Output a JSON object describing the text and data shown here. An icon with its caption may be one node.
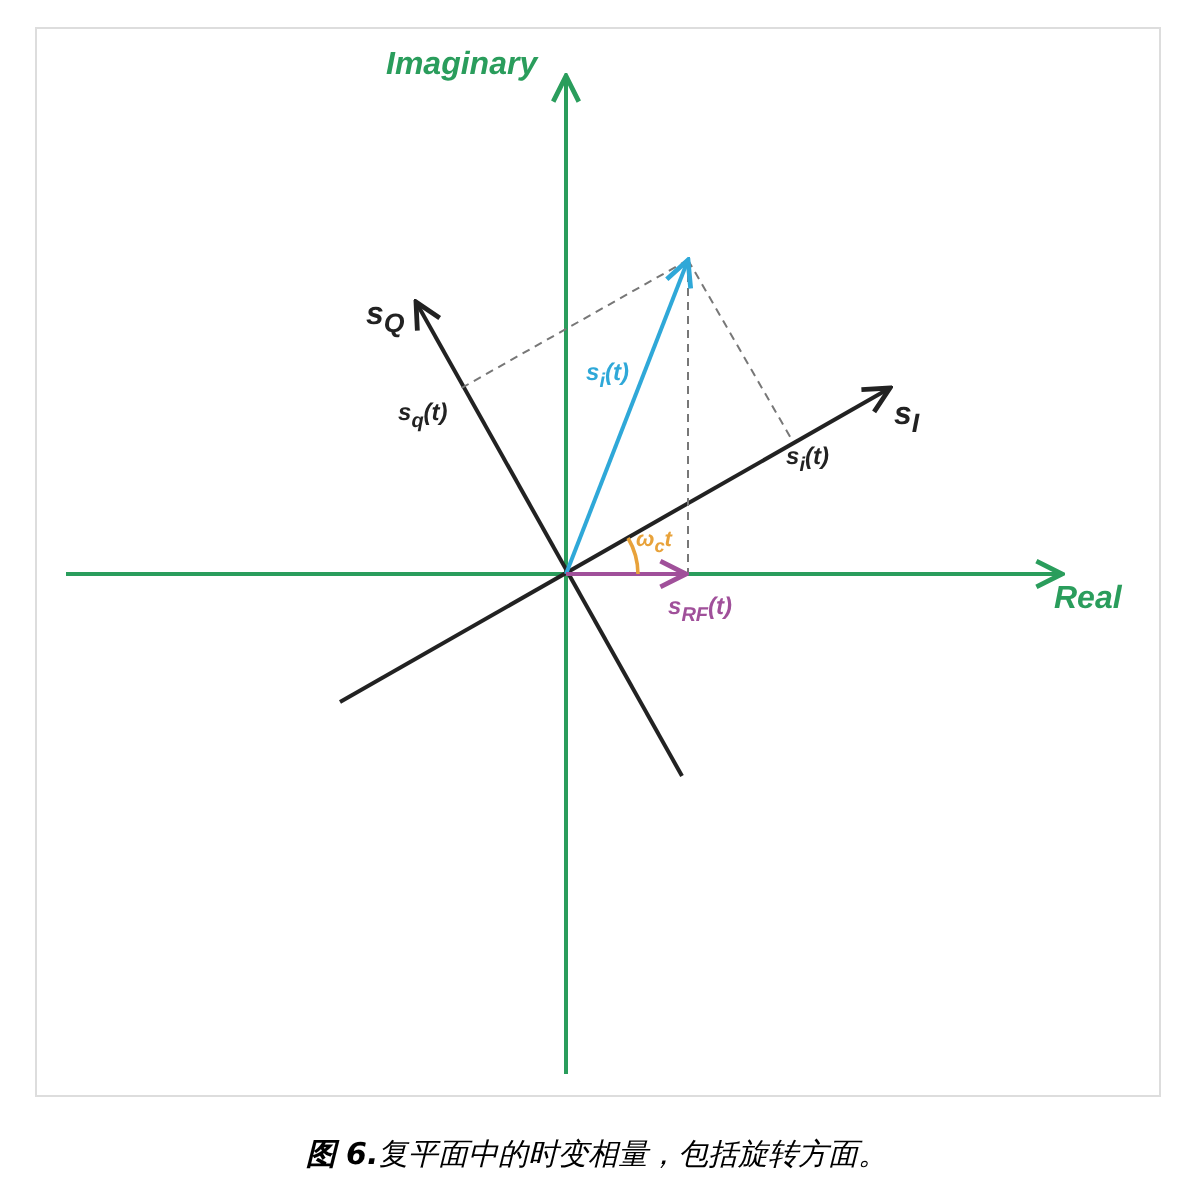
{
  "diagram": {
    "caption": "**图 6.**复平面中的时变相量，包括旋转方面。",
    "labels": [
      "Imaginary",
      "s$_{Q}$",
      "s$_{i}$(t)",
      "s$_{q}$(t)",
      "s$_{I}$",
      "s$_{i}$(t)",
      "ω$_{c}$t",
      "Real",
      "s$_{RF}$(t)"
    ]
  }
}
